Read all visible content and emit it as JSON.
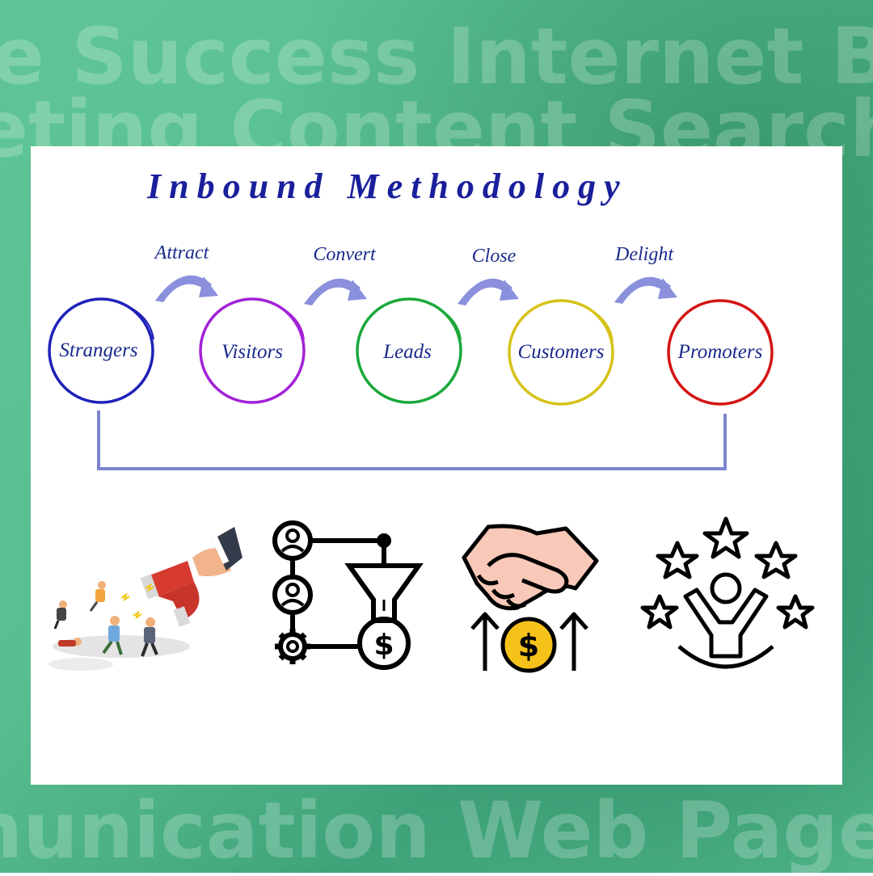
{
  "background_words": [
    {
      "text": "e Success Internet Bus"
    },
    {
      "text": "eting Content Search E"
    },
    {
      "text": "nunication Web Page Bra"
    }
  ],
  "title": "Inbound Methodology",
  "stages": [
    {
      "label": "Strangers",
      "color": "#1f22b8"
    },
    {
      "label": "Visitors",
      "color": "#a322d8"
    },
    {
      "label": "Leads",
      "color": "#1aa83a"
    },
    {
      "label": "Customers",
      "color": "#d6c21a"
    },
    {
      "label": "Promoters",
      "color": "#d41414"
    }
  ],
  "actions": [
    {
      "label": "Attract"
    },
    {
      "label": "Convert"
    },
    {
      "label": "Close"
    },
    {
      "label": "Delight"
    }
  ],
  "colors": {
    "arrow": "#8a90dc",
    "connector": "#7d84cf",
    "title": "#1a1f9c",
    "label": "#1a2a8c",
    "coin": "#f5c21a"
  },
  "icons": [
    {
      "name": "magnet-attract-illustration"
    },
    {
      "name": "lead-funnel-icon"
    },
    {
      "name": "handshake-money-icon"
    },
    {
      "name": "happy-customer-stars-icon"
    }
  ]
}
